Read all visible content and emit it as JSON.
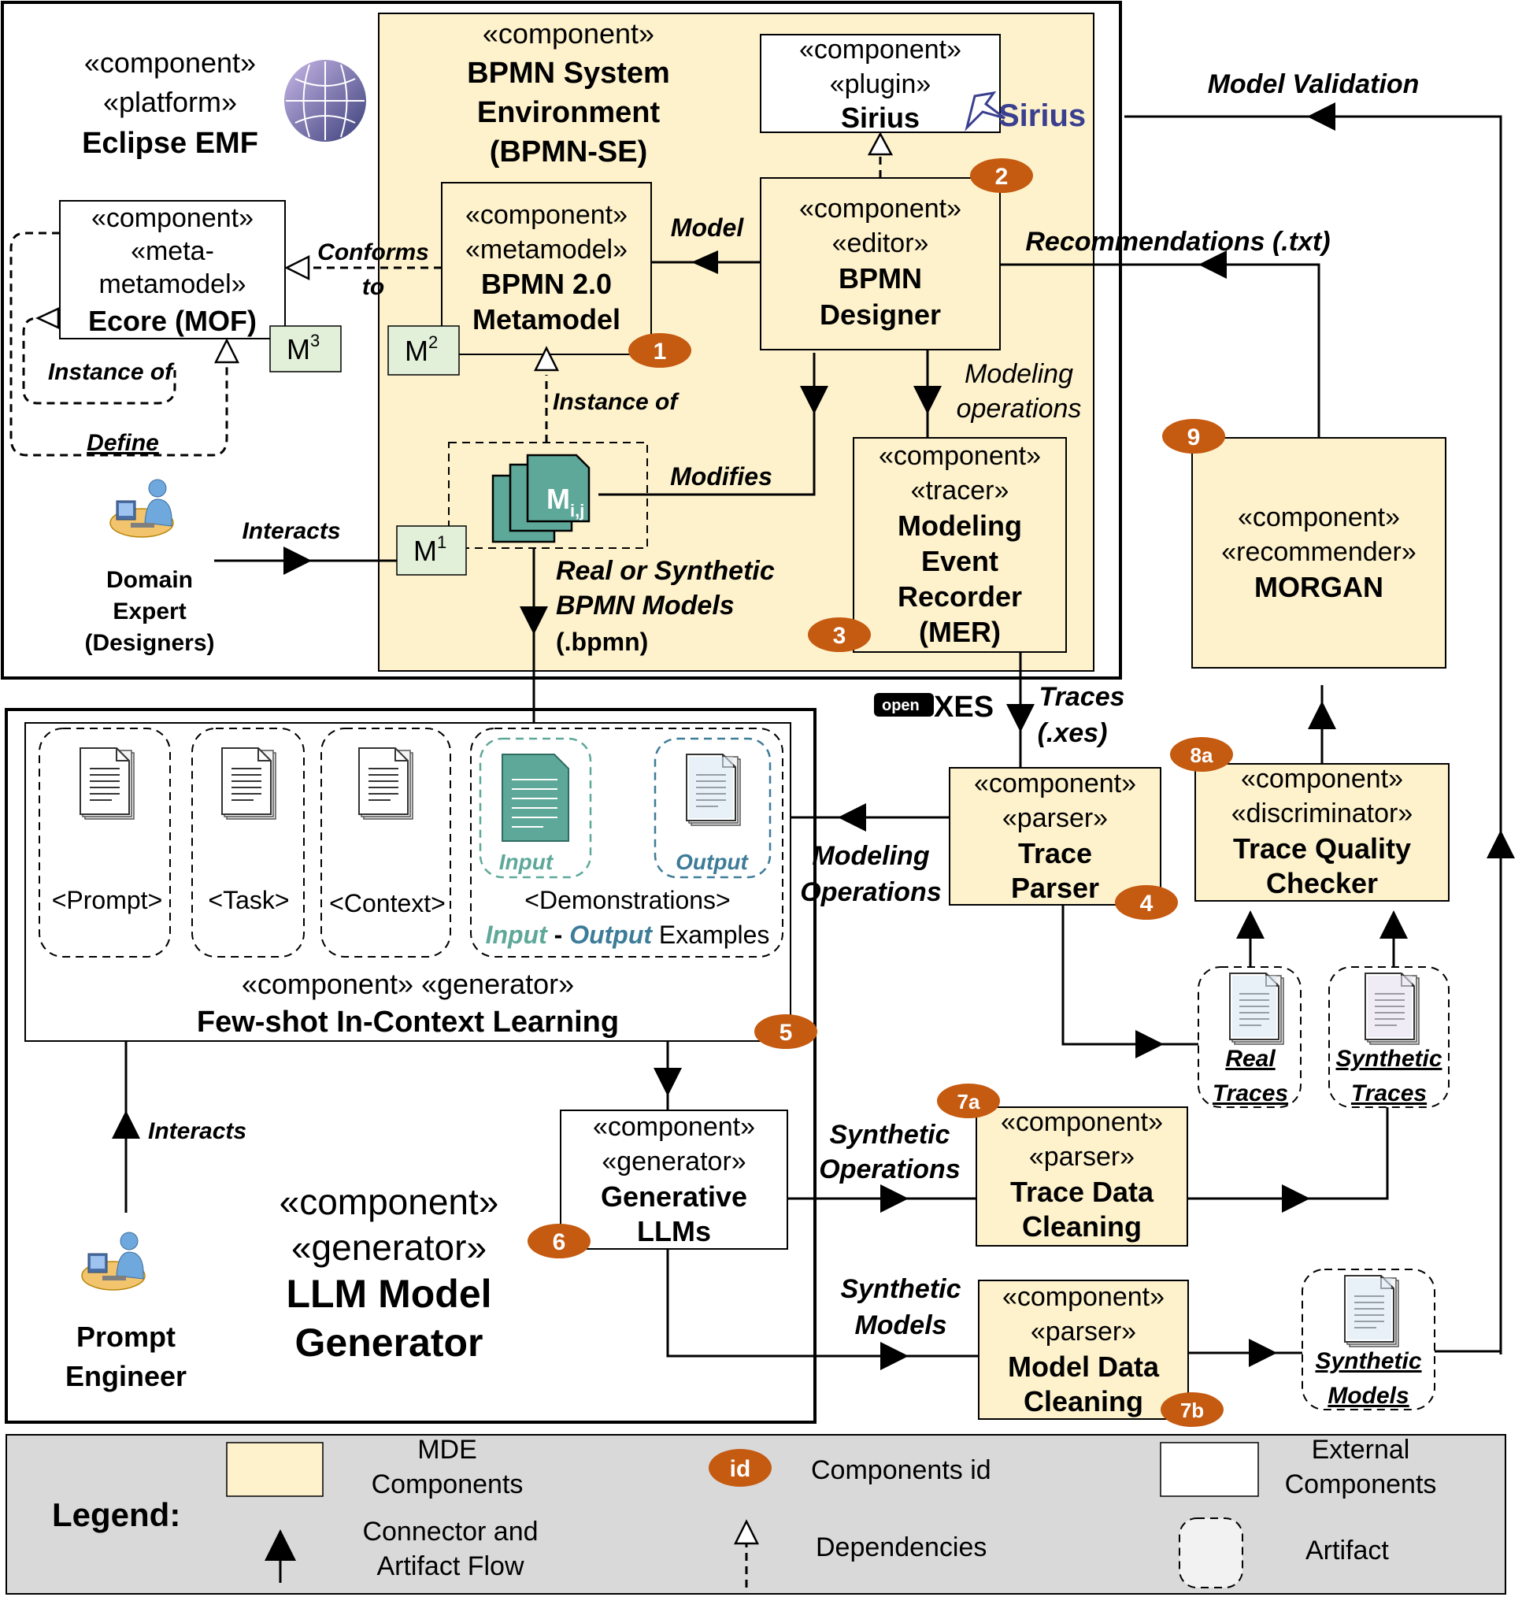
{
  "components": {
    "eclipse_emf": {
      "line1": "«component»",
      "line2": "«platform»",
      "line3": "Eclipse EMF"
    },
    "bpmn_se": {
      "line1": "«component»",
      "line2": "BPMN System",
      "line3": "Environment",
      "line4": "(BPMN-SE)"
    },
    "sirius": {
      "line1": "«component»",
      "line2": "«plugin»",
      "line3": "Sirius",
      "logo_text": "Sirius"
    },
    "ecore": {
      "line1": "«component»",
      "line2": "«meta-",
      "line3": "metamodel»",
      "line4": "Ecore (MOF)"
    },
    "bpmn_metamodel": {
      "line1": "«component»",
      "line2": "«metamodel»",
      "line3": "BPMN 2.0",
      "line4": "Metamodel"
    },
    "bpmn_designer": {
      "line1": "«component»",
      "line2": "«editor»",
      "line3": "BPMN",
      "line4": "Designer"
    },
    "mer": {
      "line1": "«component»",
      "line2": "«tracer»",
      "line3": "Modeling",
      "line4": "Event",
      "line5": "Recorder",
      "line6": "(MER)"
    },
    "morgan": {
      "line1": "«component»",
      "line2": "«recommender»",
      "line3": "MORGAN"
    },
    "trace_parser": {
      "line1": "«component»",
      "line2": "«parser»",
      "line3": "Trace",
      "line4": "Parser"
    },
    "quality_checker": {
      "line1": "«component»",
      "line2": "«discriminator»",
      "line3": "Trace Quality",
      "line4": "Checker"
    },
    "few_shot": {
      "line1": "«component» «generator»",
      "line2": "Few-shot In-Context Learning"
    },
    "generative_llms": {
      "line1": "«component»",
      "line2": "«generator»",
      "line3": "Generative",
      "line4": "LLMs"
    },
    "llm_generator": {
      "line1": "«component»",
      "line2": "«generator»",
      "line3": "LLM Model",
      "line4": "Generator"
    },
    "trace_cleaning": {
      "line1": "«component»",
      "line2": "«parser»",
      "line3": "Trace Data",
      "line4": "Cleaning"
    },
    "model_cleaning": {
      "line1": "«component»",
      "line2": "«parser»",
      "line3": "Model Data",
      "line4": "Cleaning"
    }
  },
  "levels": {
    "m3": "M",
    "m3_sup": "3",
    "m2": "M",
    "m2_sup": "2",
    "m1": "M",
    "m1_sup": "1",
    "model_label": "M",
    "model_sub": "i,j"
  },
  "badges": [
    "1",
    "2",
    "3",
    "4",
    "5",
    "6",
    "7a",
    "7b",
    "8a",
    "9"
  ],
  "actors": {
    "domain_expert": {
      "line1": "Domain",
      "line2": "Expert",
      "line3": "(Designers)"
    },
    "prompt_engineer": {
      "line1": "Prompt",
      "line2": "Engineer"
    }
  },
  "artifacts": {
    "prompt": "<Prompt>",
    "task": "<Task>",
    "context": "<Context>",
    "input": "Input",
    "output": "Output",
    "demonstrations": "<Demonstrations>",
    "examples_input": "Input",
    "examples_dash": " - ",
    "examples_output": "Output",
    "examples_tail": " Examples",
    "real_traces": {
      "line1": "Real",
      "line2": "Traces"
    },
    "synthetic_traces": {
      "line1": "Synthetic",
      "line2": "Traces"
    },
    "synthetic_models": {
      "line1": "Synthetic",
      "line2": "Models"
    }
  },
  "edges": {
    "model_validation": "Model Validation",
    "conforms_to_1": "Conforms",
    "conforms_to_2": "to",
    "model": "Model",
    "recommendations": "Recommendations (.txt)",
    "instance_of_ecore": "Instance of",
    "define": "Define",
    "instance_of_bpmn": "Instance of",
    "modeling_operations_1": "Modeling",
    "modeling_operations_2": "operations",
    "modifies": "Modifies",
    "interacts_expert": "Interacts",
    "real_synth_1": "Real or Synthetic",
    "real_synth_2": "BPMN Models",
    "real_synth_3": "(.bpmn)",
    "traces_1": "Traces",
    "traces_2": "(.xes)",
    "xes_open": "open",
    "xes_text": "XES",
    "modeling_ops_parser_1": "Modeling",
    "modeling_ops_parser_2": "Operations",
    "interacts_engineer": "Interacts",
    "synthetic_operations_1": "Synthetic",
    "synthetic_operations_2": "Operations",
    "synthetic_models_1": "Synthetic",
    "synthetic_models_2": "Models"
  },
  "legend": {
    "title": "Legend:",
    "mde_1": "MDE",
    "mde_2": "Components",
    "id_badge": "id",
    "components_id": "Components id",
    "external_1": "External",
    "external_2": "Components",
    "connector_1": "Connector and",
    "connector_2": "Artifact Flow",
    "dependencies": "Dependencies",
    "artifact": "Artifact"
  },
  "colors": {
    "mde": "#FEF2CC",
    "badge": "#C55A11",
    "doc_teal": "#5EA89A",
    "doc_blue": "#D9E7F2",
    "legend_bg": "#D9D9D9",
    "level_box": "#E2EFD9"
  }
}
